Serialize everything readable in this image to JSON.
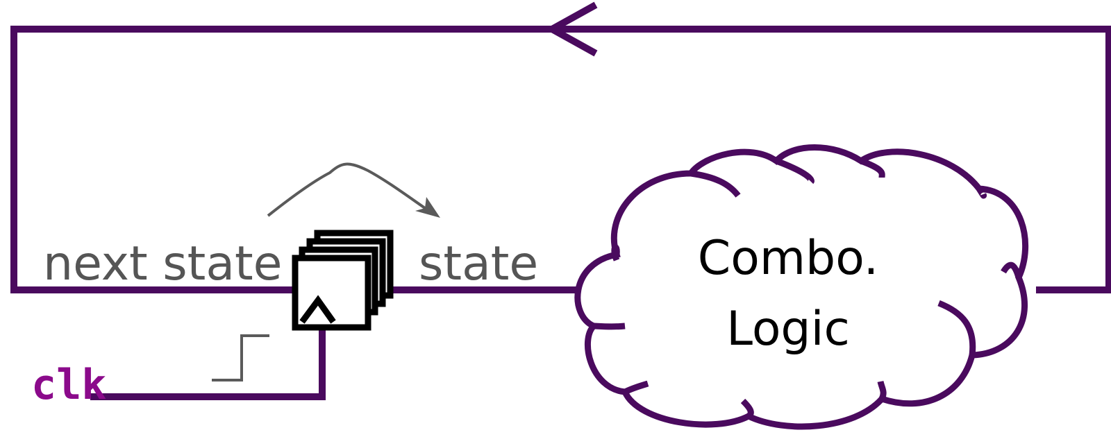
{
  "labels": {
    "next_state": "next state",
    "state": "state",
    "clk": "clk",
    "combo_line1": "Combo.",
    "combo_line2": "Logic"
  },
  "colors": {
    "wire": "#4a0a5e",
    "label_gray": "#555555",
    "clk_magenta": "#8b0a8b",
    "register_black": "#000000",
    "annotation_gray": "#5a5a5a"
  },
  "icons": {
    "register": "register-stack-icon",
    "clock_edge": "clock-edge-triangle-icon",
    "feedback_arrow": "arrowhead-left-icon",
    "transition_arrow": "curved-arrow-icon",
    "clock_step": "rising-edge-icon",
    "cloud": "cloud-icon"
  }
}
